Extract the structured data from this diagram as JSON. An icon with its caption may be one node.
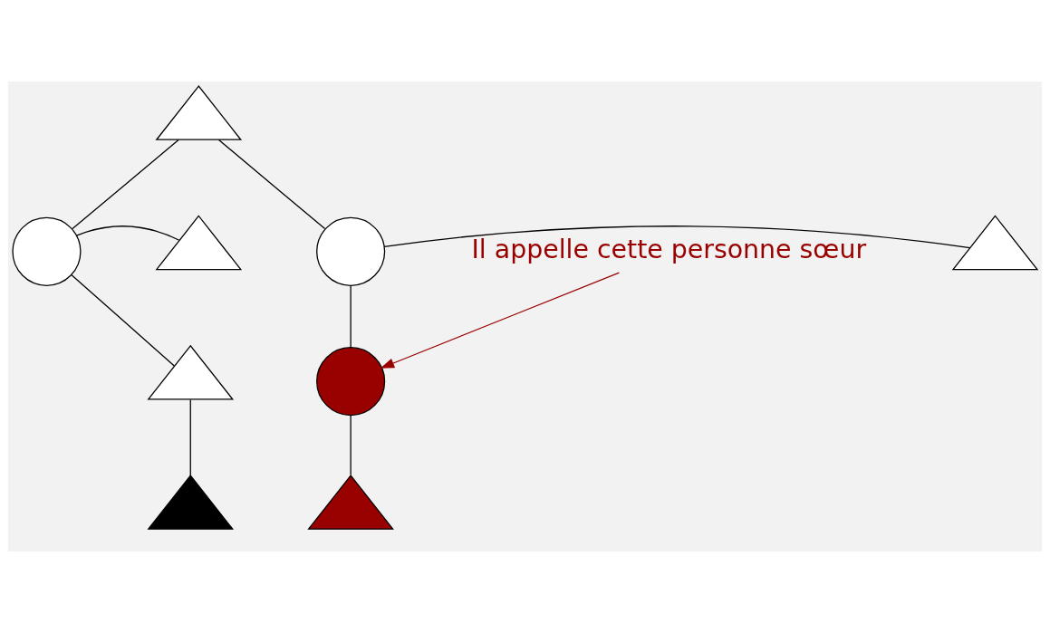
{
  "diagram": {
    "nodes": [
      {
        "text": [],
        "shape": "triangle"
      },
      {
        "text": [],
        "shape": "triangle"
      },
      {
        "text": [],
        "shape": "circle"
      },
      {
        "text": [],
        "shape": "circle"
      },
      {
        "text": [],
        "shape": "triangle"
      },
      {
        "text": [],
        "shape": "triangle"
      },
      {
        "text": [],
        "shape": "circle"
      },
      {
        "text": [],
        "shape": "triangle"
      },
      {
        "text": [],
        "shape": "triangle"
      },
      {
        "text": [
          "Il appelle cette personne sœur"
        ]
      }
    ],
    "edges": [
      {
        "from": 0,
        "to": 2,
        "arrow": "none"
      },
      {
        "from": 0,
        "to": 3,
        "arrow": "none"
      },
      {
        "from": 1,
        "to": 2,
        "arrow": "none"
      },
      {
        "from": 3,
        "to": 4,
        "arrow": "none"
      },
      {
        "from": 2,
        "to": 5,
        "arrow": "none"
      },
      {
        "from": 3,
        "to": 6,
        "arrow": "none"
      },
      {
        "from": 5,
        "to": 7,
        "arrow": "none"
      },
      {
        "from": 6,
        "to": 8,
        "arrow": "none"
      },
      {
        "from": 9,
        "to": 6,
        "arrow": "to",
        "color": "#990000"
      }
    ]
  }
}
